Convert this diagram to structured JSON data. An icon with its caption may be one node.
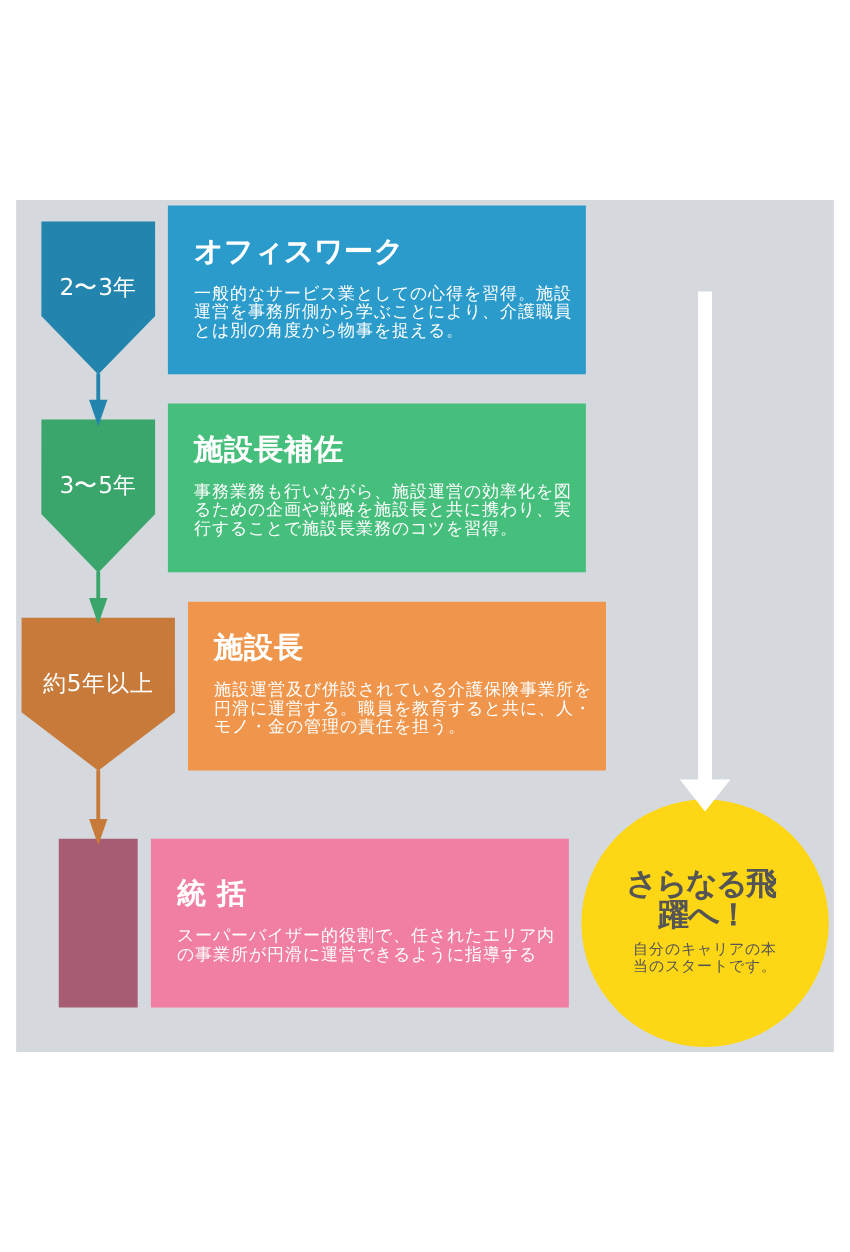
{
  "diagram": {
    "nodes": [
      {
        "text": [
          "2〜3年"
        ]
      },
      {
        "text": [
          "オフィスワーク",
          "一般的なサービス業としての心得を習得。施設運営を事務所側から学ぶことにより、介護職員とは別の角度から物事を捉える。"
        ]
      },
      {
        "text": [
          "3〜5年"
        ]
      },
      {
        "text": [
          "施設長補佐",
          "事務業務も行いながら、施設運営の効率化を図るための企画や戦略を施設長と共に携わり、実行することで施設長業務のコツを習得。"
        ]
      },
      {
        "text": [
          "約5年以上"
        ]
      },
      {
        "text": [
          "施設長",
          "施設運営及び併設されている介護保険事業所を円滑に運営する。職員を教育すると共に、人・モノ・金の管理の責任を担う。"
        ]
      },
      {
        "text": [],
        "shape": "bar"
      },
      {
        "text": [
          "統 括",
          "スーパーバイザー的役割で、任されたエリア内の事業所が円滑に運営できるように指導する"
        ]
      },
      {
        "text": [
          "さらなる飛躍へ！",
          "自分のキャリアの本当のスタートです。"
        ]
      }
    ],
    "edges": [
      {
        "from": 0,
        "to": 2,
        "arrow": "to",
        "color": "#2385ad"
      },
      {
        "from": 2,
        "to": 4,
        "arrow": "to",
        "color": "#3aa66c"
      },
      {
        "from": 4,
        "to": 6,
        "arrow": "to",
        "color": "#c77a3a"
      },
      {
        "from": null,
        "to": 8,
        "arrow": "to",
        "style": "thick",
        "color": "#ffffff"
      }
    ]
  }
}
